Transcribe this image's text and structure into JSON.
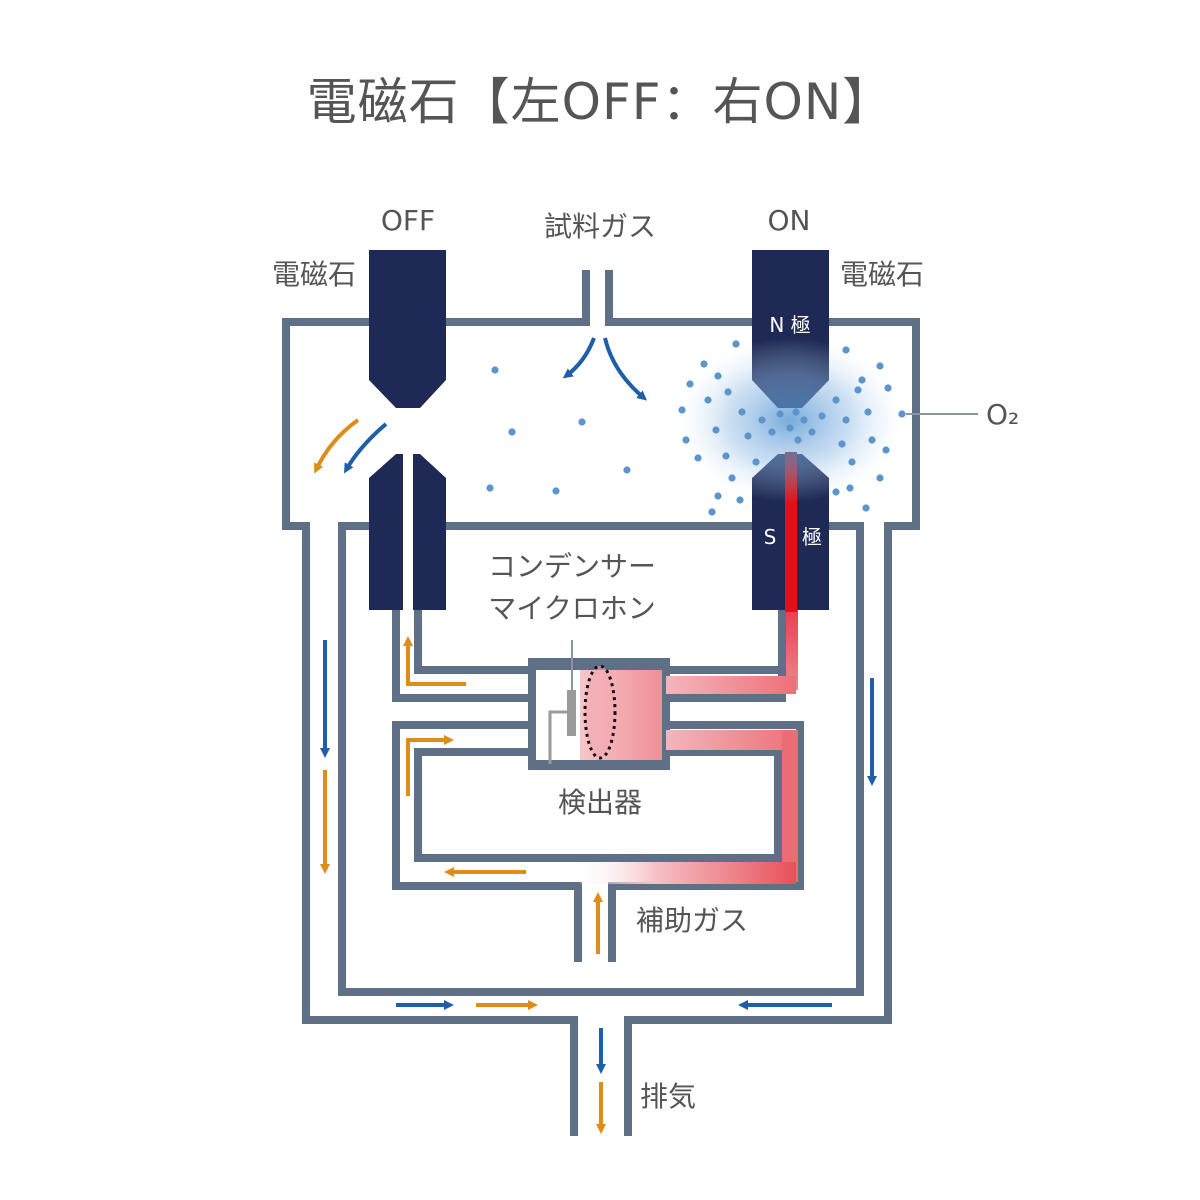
{
  "title": "電磁石【左OFF：右ON】",
  "labels": {
    "off": "OFF",
    "on": "ON",
    "magnet_left": "電磁石",
    "magnet_right": "電磁石",
    "sample_gas": "試料ガス",
    "n_pole": "N 極",
    "s_pole": "S",
    "s_pole_kanji": "極",
    "oxygen": "O₂",
    "mic_line1": "コンデンサー",
    "mic_line2": "マイクロホン",
    "detector": "検出器",
    "aux_gas": "補助ガス",
    "exhaust": "排気"
  },
  "colors": {
    "pipe": "#5f6f85",
    "magnet": "#1e2a55",
    "blue_flow": "#1f5fa8",
    "orange_flow": "#de8c1c",
    "heat_red": "#e3101c",
    "pink": "#f0a0a8",
    "particle": "#5b95cc"
  },
  "state": {
    "left_magnet": "OFF",
    "right_magnet": "ON"
  }
}
